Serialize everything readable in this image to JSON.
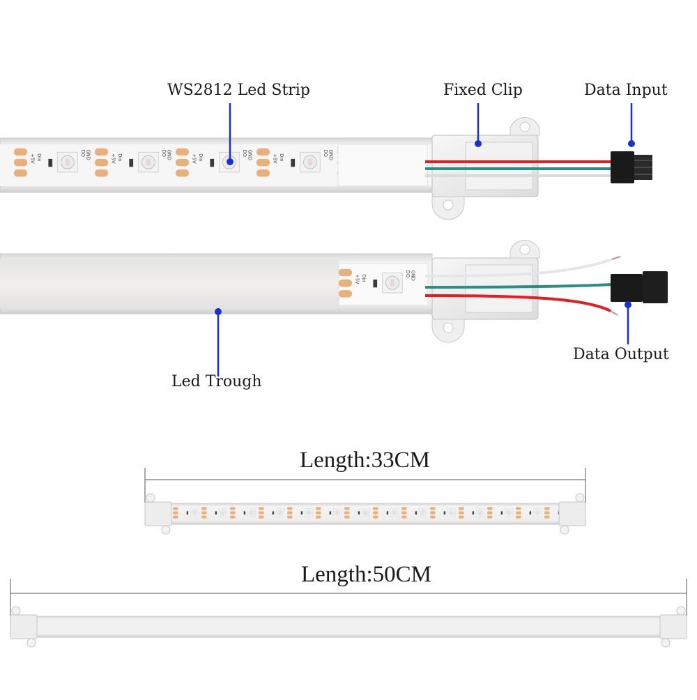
{
  "labels": {
    "led_strip": "WS2812 Led Strip",
    "fixed_clip": "Fixed Clip",
    "data_input": "Data Input",
    "data_output": "Data Output",
    "led_trough": "Led Trough",
    "length_33": "Length:33CM",
    "length_50": "Length:50CM"
  },
  "pcb_marks": {
    "plus5v": "+5V",
    "din": "Din",
    "do": "DO",
    "gnd": "GND"
  },
  "colors": {
    "callout_line": "#1a2fd1",
    "pad": "#e8b07a",
    "wire_red": "#e02020",
    "wire_green": "#2a8f7f",
    "wire_white": "#ececec",
    "connector": "#1a1a1a",
    "trough": "#e9e9e9",
    "clip": "#ececec"
  }
}
